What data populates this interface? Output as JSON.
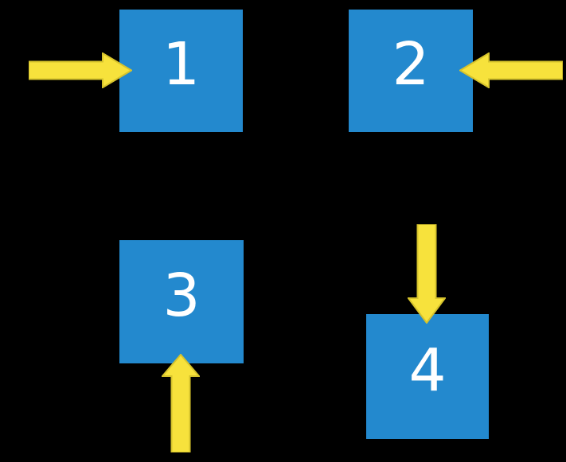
{
  "colors": {
    "bg": "#000000",
    "square_fill": "#2389CE",
    "arrow_fill": "#F7E23C",
    "arrow_stroke": "#D6C32C",
    "label_color": "#FFFFFF"
  },
  "squares": [
    {
      "label": "1"
    },
    {
      "label": "2"
    },
    {
      "label": "3"
    },
    {
      "label": "4"
    }
  ],
  "arrows": [
    {
      "icon": "arrow-right-icon",
      "direction": "right",
      "points_at": "1"
    },
    {
      "icon": "arrow-left-icon",
      "direction": "left",
      "points_at": "2"
    },
    {
      "icon": "arrow-up-icon",
      "direction": "up",
      "points_at": "3"
    },
    {
      "icon": "arrow-down-icon",
      "direction": "down",
      "points_at": "4"
    }
  ]
}
